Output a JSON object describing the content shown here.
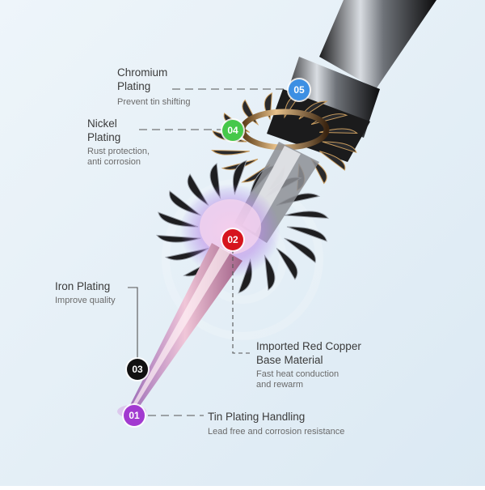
{
  "colors": {
    "background": "#e3eef6",
    "badge_01": "#a23ad0",
    "badge_02": "#d6151e",
    "badge_03": "#111111",
    "badge_04": "#46c84a",
    "badge_05": "#3d8fe3",
    "leader_line": "#555555"
  },
  "labels": [
    {
      "id": "05",
      "title_lines": [
        "Chromium",
        "Plating"
      ],
      "subtitle_lines": [
        "Prevent tin shifting"
      ]
    },
    {
      "id": "04",
      "title_lines": [
        "Nickel",
        "Plating"
      ],
      "subtitle_lines": [
        "Rust protection,",
        "anti corrosion"
      ]
    },
    {
      "id": "03",
      "title_lines": [
        "Iron Plating"
      ],
      "subtitle_lines": [
        "Improve quality"
      ]
    },
    {
      "id": "02",
      "title_lines": [
        "Imported Red Copper",
        "Base Material"
      ],
      "subtitle_lines": [
        "Fast heat conduction",
        "and rewarm"
      ]
    },
    {
      "id": "01",
      "title_lines": [
        "Tin Plating Handling"
      ],
      "subtitle_lines": [
        "Lead free and corrosion resistance"
      ]
    }
  ]
}
